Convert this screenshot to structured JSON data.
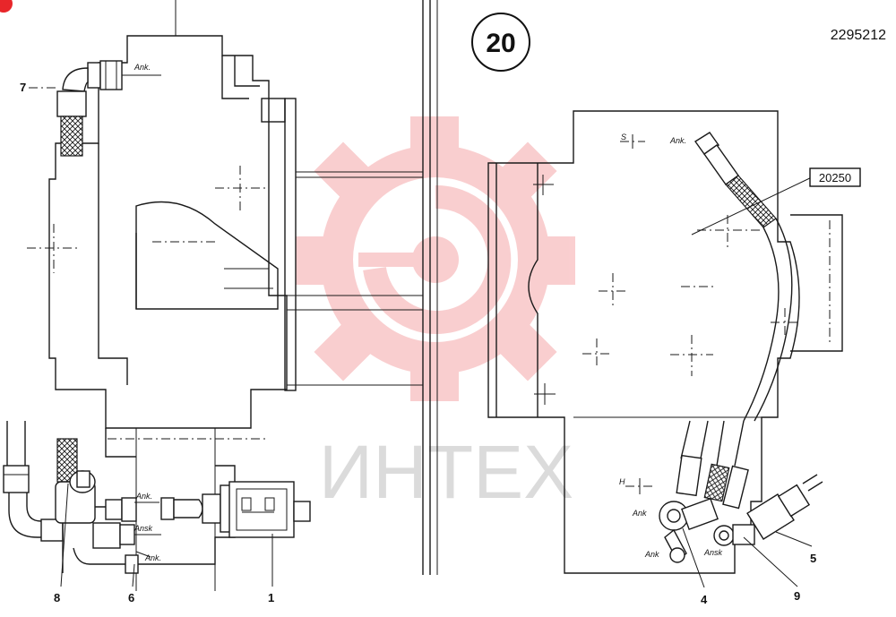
{
  "drawing": {
    "number": "2295212",
    "section_badge": "20",
    "ref_box": "20250"
  },
  "watermark": {
    "text": "ИНТЕХ",
    "color": "#e8262a"
  },
  "callouts": {
    "c1": "1",
    "c4": "4",
    "c5": "5",
    "c6": "6",
    "c7": "7",
    "c8": "8",
    "c9": "9"
  },
  "labels": {
    "ank_7": "Ank.",
    "ank_6a": "Ank.",
    "ank_6b": "Ansk",
    "ank_6c": "Ank.",
    "ank_top_right": "Ank.",
    "ank_4a": "Ank",
    "ank_4b": "Ank",
    "ank_4c": "Ansk",
    "s_marker": "S",
    "h_marker": "H"
  }
}
